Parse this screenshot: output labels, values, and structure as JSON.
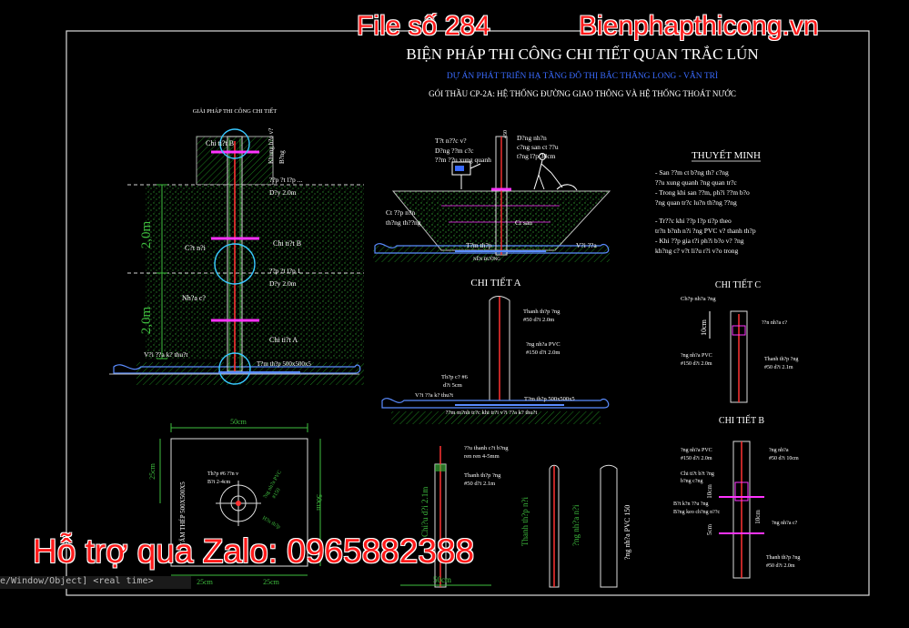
{
  "overlay": {
    "file_label": "File số 284",
    "site_label": "Bienphapthicong.vn",
    "zalo_label": "Hỗ trợ qua Zalo: 0965882388"
  },
  "header": {
    "title": "BIỆN PHÁP THI CÔNG CHI TIẾT QUAN TRẮC LÚN",
    "project": "DỰ ÁN PHÁT TRIỂN HẠ TẦNG ĐÔ THỊ BẮC THĂNG LONG - VÂN TRÌ",
    "package": "GÓI THẦU CP-2A: HỆ THỐNG ĐƯỜNG GIAO THÔNG VÀ HỆ THỐNG THOÁT NƯỚC"
  },
  "left_section": {
    "title": "GIẢI PHÁP THI CÔNG CHI TIẾT",
    "dim_upper": "2,0m",
    "dim_lower": "2,0m",
    "label_b_top": "Chi ti?t B",
    "label_b_mid": "Chi ti?t B",
    "label_a": "Chi ti?t A",
    "label_khung": "Khung b?o v?",
    "label_bang": "B?ng",
    "label_cap_noi": "C?t n?i",
    "label_nhua": "Nh?a c?",
    "fill_top_1": "??p ?t l?p ...",
    "fill_top_2": "D?y 2.0m",
    "fill_mid_1": "??p ?t l?p 1",
    "fill_mid_2": "D?y 2.0m",
    "label_vai": "V?i ??a k? thu?t",
    "label_tam_thep": "T?m th?p 500x500x5"
  },
  "center_top": {
    "label_tram": "D?ng nh?n",
    "label_tram_2": "c?ng san ct ??u",
    "label_tram_3": "t?ng l?p 30cm",
    "label_left_1": "T?t n??c v?",
    "label_left_2": "D?ng ??m c?c",
    "label_left_3": "??m ??u xung quanh",
    "label_ct1": "Ct ??p n?n",
    "label_ct2": "th?ng th??ng",
    "label_ctsan": "Ct san",
    "label_tamthep": "T?m th?p",
    "label_vai": "V?i ??a",
    "label_bottom": "NỀN ĐƯỜNG",
    "dim_v": "450"
  },
  "detail_a": {
    "title": "CHI TIẾT A",
    "label_thanh": "Thanh th?p ?ng",
    "label_thanh_2": "#50 d?i 2.0m",
    "label_ong": "?ng nh?a PVC",
    "label_ong_2": "#150 d?i 2.0m",
    "label_thep": "Th?p c? #6",
    "label_thep_2": "d?i 5cm",
    "label_vai": "V?i ??a k? thu?t",
    "label_tam": "T?m th?p 500x500x5",
    "label_bottom": "??m m?nh tr?c khi tr?i v?i ??a k? thu?t"
  },
  "thuyet_minh": {
    "title": "THUYẾT MINH",
    "lines": [
      "- San ??m ct b?ng th? c?ng",
      "  ??u xung quanh ?ng quan tr?c",
      "- Trong khi san ??m, ph?i ??m b?o",
      "  ?ng quan tr?c lu?n th?ng ??ng",
      "",
      "- Tr??c khi ??p l?p ti?p theo",
      "  tr?n b?nh n?i ?ng  PVC v? thanh th?p",
      "- Khi ??p gia t?i ph?i b?o v? ?ng",
      "  kh?ng c? v?t li?u r?i v?o trong"
    ]
  },
  "detail_c": {
    "title": "CHI TIẾT C",
    "label_top": "Ch?p nh?a ?ng",
    "dim": "10cm",
    "label_r1": "??n nh?a c?",
    "label_l": "?ng nh?a PVC",
    "label_l2": "#150 d?i 2.0m",
    "label_r2": "Thanh th?p ?ng",
    "label_r3": "#50 d?i 2.1m"
  },
  "detail_b": {
    "title": "CHI TIẾT B",
    "label_l1": "?ng nh?a PVC",
    "label_l2": "#150 d?i 2.0m",
    "label_r1": "?ng nh?a",
    "label_r2": "#50 d?i 10cm",
    "label_l3": "Chi ti?t b?t ?ng",
    "label_l4": "b?ng c?ng",
    "dim_1": "10cm",
    "dim_2": "10cm",
    "dim_3": "5cm",
    "label_l5": "B?t k?n ??u ?ng",
    "label_l6": "B?ng keo ch?ng n??c",
    "label_r3": "?ng nh?a c?",
    "label_r4": "Thanh th?p ?ng",
    "label_r5": "#50 d?i 2.0m"
  },
  "plate_plan": {
    "dim_top": "50cm",
    "dim_left": "25cm",
    "dim_right": "50cm",
    "dim_bot_l": "25cm",
    "dim_bot_r": "25cm",
    "label_plate": "TẤM THÉP 500X500X5",
    "label_thep": "Th?p #6 ??n v",
    "label_thep_2": "B?t 2-4cm",
    "label_ong": "?ng nh?a PVC",
    "label_ong_2": "#150",
    "label_han": "H?n th?p"
  },
  "elevations": {
    "dim_bottom": "50cm",
    "label_ren": "??u thanh c?t b?ng",
    "label_ren_2": "ren ren 4-5mm",
    "label_thanh": "Thanh th?p ?ng",
    "label_thanh_2": "#50 d?i 2.1m",
    "label_chieu": "Chi?u d?i 2.1m",
    "label_v1": "Thanh th?p n?i",
    "label_v2": "?ng nh?a n?i",
    "label_v3": "?ng nh?a PVC 150"
  },
  "cad_cmd": "e/Window/Object] <real time>"
}
